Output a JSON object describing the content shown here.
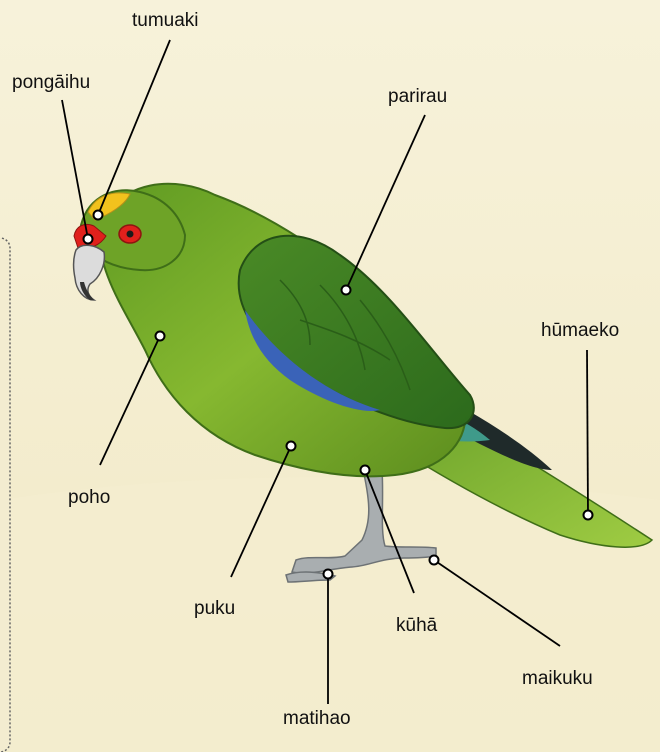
{
  "labels": {
    "tumuaki": "tumuaki",
    "pongaihu": "pongāihu",
    "parirau": "parirau",
    "humaeko": "hūmaeko",
    "poho": "poho",
    "puku": "puku",
    "kuha": "kūhā",
    "maikuku": "maikuku",
    "matihao": "matihao"
  },
  "colors": {
    "background": "#f7f2da",
    "body_green": "#7fb02c",
    "wing_green": "#3f7f22",
    "wing_blue": "#3a63b8",
    "tail_dark": "#1f2a2a",
    "crown_yellow": "#f2c21d",
    "forehead_red": "#e0201c",
    "beak_grey": "#dcdcdc",
    "leg_grey": "#a9aeb0",
    "leader_line": "#000000"
  }
}
